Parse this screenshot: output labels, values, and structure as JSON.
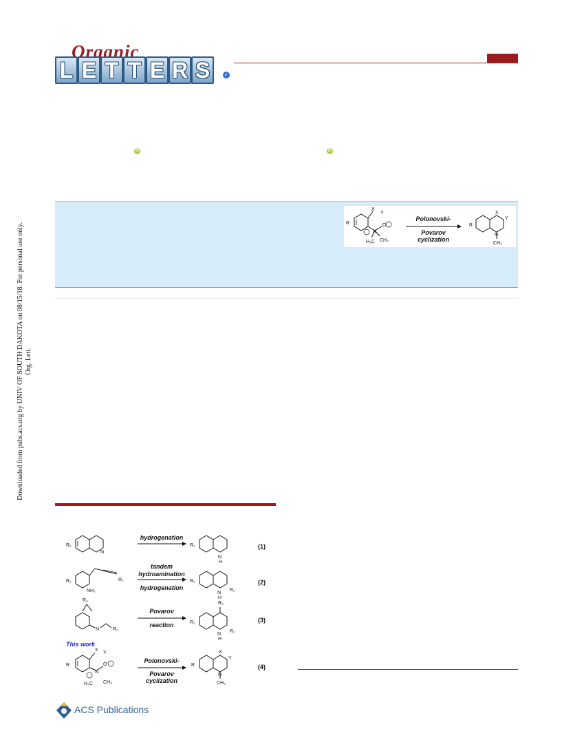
{
  "journal": {
    "script_word": "Organic",
    "letters": [
      "L",
      "E",
      "T",
      "T",
      "E",
      "R",
      "S"
    ]
  },
  "side_stamp": {
    "line1": "Downloaded from pubs.acs.org by UNIV OF SOUTH DAKOTA on 08/15/18. For personal use only.",
    "line2": "Org. Lett."
  },
  "toc_graphic": {
    "arrow_top": "Polonovski-",
    "arrow_bottom_1": "Povarov",
    "arrow_bottom_2": "cyclization"
  },
  "scheme": {
    "rows": [
      {
        "arrow_top": "hydrogenation",
        "arrow_bottom": "",
        "number": "(1)"
      },
      {
        "arrow_top_1": "tandem",
        "arrow_top_2": "hydroamination",
        "arrow_bottom": "hydrogenation",
        "number": "(2)"
      },
      {
        "arrow_top": "Povarov",
        "arrow_bottom": "reaction",
        "number": "(3)"
      },
      {
        "arrow_top": "Polonovski-",
        "arrow_bottom_1": "Povarov",
        "arrow_bottom_2": "cyclization",
        "number": "(4)"
      }
    ],
    "this_work": "This work"
  },
  "publisher": {
    "name": "ACS Publications"
  },
  "colors": {
    "brand_red": "#9b1c1f",
    "abstract_bg": "#d6ecf9",
    "orcid_green": "#a6ce39",
    "acs_blue": "#2d5f95"
  }
}
